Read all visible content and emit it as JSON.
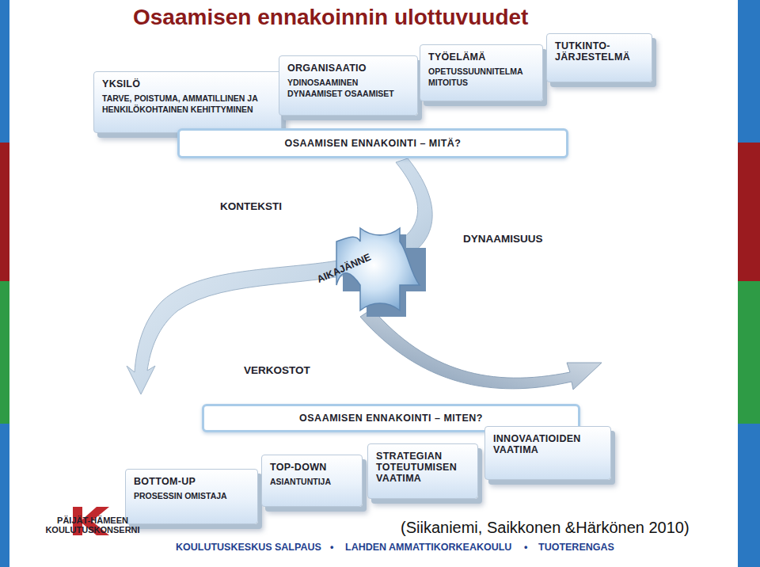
{
  "diagram": {
    "title": "Osaamisen ennakoinnin ulottuvuudet",
    "caption": "(Siikaniemi, Saikkonen &Härkönen 2010)",
    "nodes": [
      {
        "text": [
          "YKSILÖ",
          "TARVE, POISTUMA, AMMATILLINEN JA HENKILÖKOHTAINEN KEHITTYMINEN"
        ]
      },
      {
        "text": [
          "ORGANISAATIO",
          "YDINOSAAMINEN DYNAAMISET OSAAMISET"
        ]
      },
      {
        "text": [
          "TYÖELÄMÄ",
          "OPETUSSUUNNITELMA MITOITUS"
        ]
      },
      {
        "text": [
          "TUTKINTO- JÄRJESTELMÄ"
        ]
      },
      {
        "text": [
          "OSAAMISEN ENNAKOINTI – MITÄ?"
        ]
      },
      {
        "text": [
          "OSAAMISEN ENNAKOINTI – MITEN?"
        ]
      },
      {
        "text": [
          "BOTTOM-UP",
          "PROSESSIN OMISTAJA"
        ]
      },
      {
        "text": [
          "TOP-DOWN",
          "ASIANTUNTIJA"
        ]
      },
      {
        "text": [
          "STRATEGIAN TOTEUTUMISEN VAATIMA"
        ]
      },
      {
        "text": [
          "INNOVAATIOIDEN VAATIMA"
        ]
      }
    ],
    "labels": [
      "KONTEKSTI",
      "DYNAAMISUUS",
      "AIKAJÄNNE",
      "VERKOSTOT",
      "PÄIJÄT-HÄMEEN KOULUTUSKONSERNI",
      "KOULUTUSKESKUS SALPAUS",
      "•",
      "LAHDEN AMMATTIKORKEAKOULU",
      "•",
      "TUOTERENGAS"
    ]
  }
}
